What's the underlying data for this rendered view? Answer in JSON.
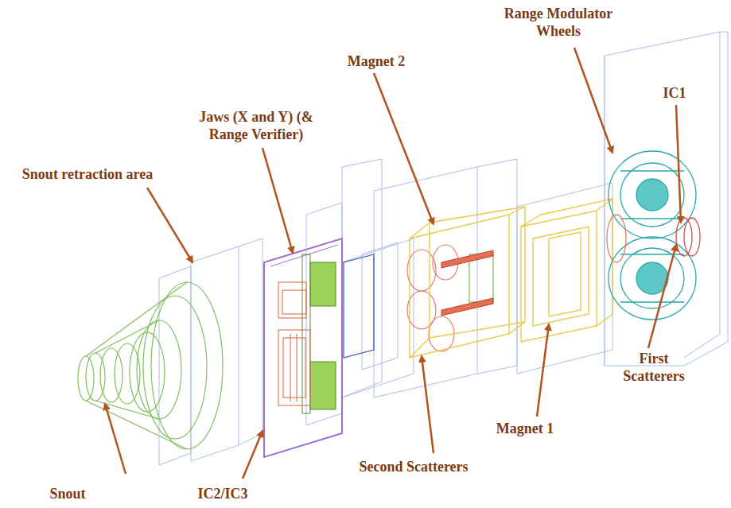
{
  "diagram": {
    "labels": [
      "Range Modulator Wheels",
      "IC1",
      "Magnet 2",
      "Jaws (X and Y) (& Range Verifier)",
      "Snout retraction area",
      "First Scatterers",
      "Magnet 1",
      "Second Scatterers",
      "Snout",
      "IC2/IC3"
    ]
  }
}
